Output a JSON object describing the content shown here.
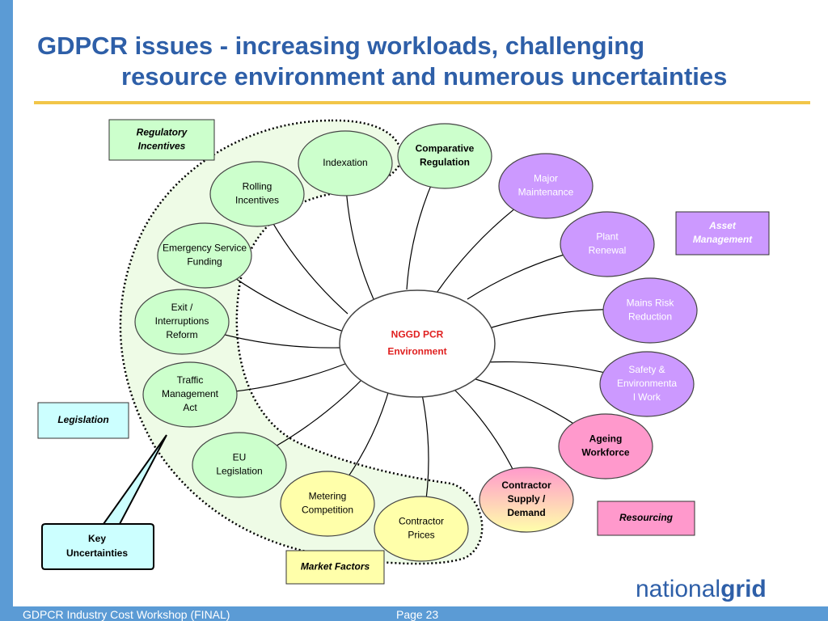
{
  "title": {
    "line1": "GDPCR issues - increasing workloads, challenging",
    "line2": "resource environment and numerous uncertainties"
  },
  "footer": {
    "left": "GDPCR Industry Cost Workshop (FINAL)",
    "page": "Page 23"
  },
  "logo": {
    "light": "national",
    "bold": "grid"
  },
  "center": {
    "lines": [
      "NGGD PCR",
      "Environment"
    ],
    "color": "#e02020"
  },
  "nodes": [
    {
      "id": "indexation",
      "lines": [
        "Indexation"
      ],
      "fill": "#ccffcc"
    },
    {
      "id": "comparative-regulation",
      "lines": [
        "Comparative",
        "Regulation"
      ],
      "fill": "#ccffcc"
    },
    {
      "id": "rolling-incentives",
      "lines": [
        "Rolling",
        "Incentives"
      ],
      "fill": "#ccffcc"
    },
    {
      "id": "emergency-service-funding",
      "lines": [
        "Emergency Service",
        "Funding"
      ],
      "fill": "#ccffcc"
    },
    {
      "id": "exit-interruptions-reform",
      "lines": [
        "Exit /",
        "Interruptions",
        "Reform"
      ],
      "fill": "#ccffcc"
    },
    {
      "id": "traffic-management-act",
      "lines": [
        "Traffic",
        "Management",
        "Act"
      ],
      "fill": "#ccffcc"
    },
    {
      "id": "eu-legislation",
      "lines": [
        "EU",
        "Legislation"
      ],
      "fill": "#ccffcc"
    },
    {
      "id": "metering-competition",
      "lines": [
        "Metering",
        "Competition"
      ],
      "fill": "#ffffaa"
    },
    {
      "id": "contractor-prices",
      "lines": [
        "Contractor",
        "Prices"
      ],
      "fill": "#ffffaa"
    },
    {
      "id": "major-maintenance",
      "lines": [
        "Major",
        "Maintenance"
      ],
      "fill": "#cc99ff"
    },
    {
      "id": "plant-renewal",
      "lines": [
        "Plant",
        "Renewal"
      ],
      "fill": "#cc99ff"
    },
    {
      "id": "mains-risk-reduction",
      "lines": [
        "Mains Risk",
        "Reduction"
      ],
      "fill": "#cc99ff"
    },
    {
      "id": "safety-environmental-work",
      "lines": [
        "Safety &",
        "Environmenta",
        "l Work"
      ],
      "fill": "#cc99ff"
    },
    {
      "id": "ageing-workforce",
      "lines": [
        "Ageing",
        "Workforce"
      ],
      "fill": "#ff99cc"
    },
    {
      "id": "contractor-supply-demand",
      "lines": [
        "Contractor",
        "Supply /",
        "Demand"
      ],
      "fill": "#ff99cc"
    }
  ],
  "category_boxes": [
    {
      "id": "regulatory-incentives",
      "lines": [
        "Regulatory",
        "Incentives"
      ],
      "fill": "#ccffcc"
    },
    {
      "id": "asset-management",
      "lines": [
        "Asset",
        "Management"
      ],
      "fill": "#cc99ff"
    },
    {
      "id": "legislation",
      "lines": [
        "Legislation"
      ],
      "fill": "#ccffff"
    },
    {
      "id": "resourcing",
      "lines": [
        "Resourcing"
      ],
      "fill": "#ff99cc"
    },
    {
      "id": "market-factors",
      "lines": [
        "Market Factors"
      ],
      "fill": "#ffffaa"
    }
  ],
  "callout": {
    "lines": [
      "Key",
      "Uncertainties"
    ]
  },
  "colors": {
    "title": "#2e5fa8",
    "accent_bar": "#5b9bd5",
    "title_rule": "#f2c649",
    "uncertainty_region": "#eefbe6"
  }
}
